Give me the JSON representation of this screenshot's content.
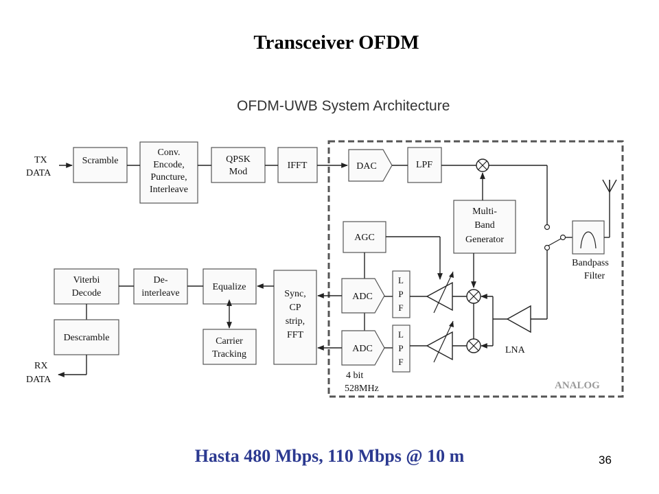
{
  "slide": {
    "title": "Transceiver OFDM",
    "subtitle": "Hasta 480 Mbps,  110 Mbps @ 10 m",
    "page_number": "36"
  },
  "diagram": {
    "header": "OFDM-UWB  System Architecture",
    "region_label": "ANALOG",
    "tx_data": [
      "TX",
      "DATA"
    ],
    "rx_data": [
      "RX",
      "DATA"
    ],
    "blocks": {
      "scramble": [
        "Scramble"
      ],
      "conv": [
        "Conv.",
        "Encode,",
        "Puncture,",
        "Interleave"
      ],
      "qpsk": [
        "QPSK",
        "Mod"
      ],
      "ifft": [
        "IFFT"
      ],
      "dac": [
        "DAC"
      ],
      "lpf_tx": [
        "LPF"
      ],
      "multiband": [
        "Multi-",
        "Band",
        "Generator"
      ],
      "bandpass": [
        "Bandpass",
        "Filter"
      ],
      "agc": [
        "AGC"
      ],
      "adc_i": [
        "ADC"
      ],
      "adc_q": [
        "ADC"
      ],
      "lpf_rx_i": [
        "L",
        "P",
        "F"
      ],
      "lpf_rx_q": [
        "L",
        "P",
        "F"
      ],
      "lna": [
        "LNA"
      ],
      "sync": [
        "Sync,",
        "CP",
        "strip,",
        "FFT"
      ],
      "equalize": [
        "Equalize"
      ],
      "carrier": [
        "Carrier",
        "Tracking"
      ],
      "deinterleave": [
        "De-",
        "interleave"
      ],
      "viterbi": [
        "Viterbi",
        "Decode"
      ],
      "descramble": [
        "Descramble"
      ]
    },
    "adc_note": [
      "4 bit",
      "528MHz"
    ]
  }
}
